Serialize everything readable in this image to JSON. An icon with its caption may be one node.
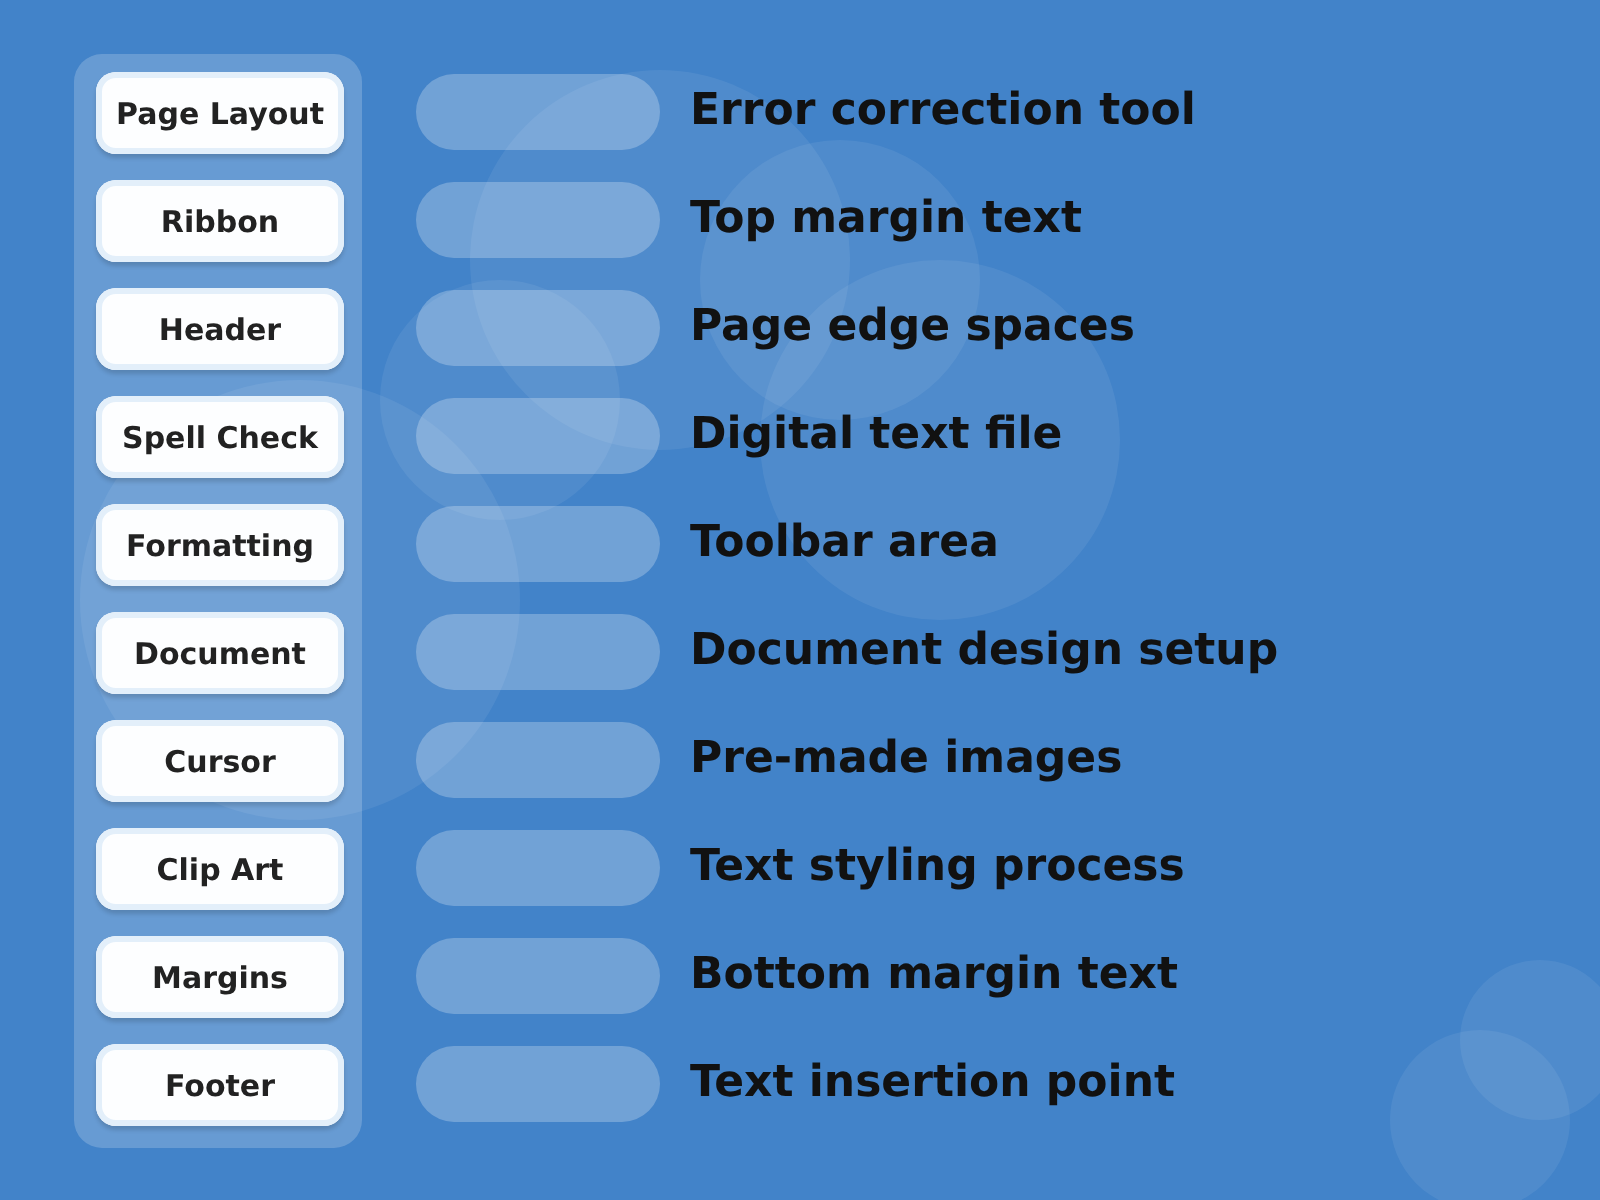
{
  "diagram": {
    "nodes": [
      {
        "text": [],
        "shape": "box"
      },
      {
        "text": [
          "Page Layout"
        ],
        "in": 0
      },
      {
        "text": [
          "Ribbon"
        ],
        "in": 0
      },
      {
        "text": [
          "Header"
        ],
        "in": 0
      },
      {
        "text": [
          "Spell Check"
        ],
        "in": 0
      },
      {
        "text": [
          "Formatting"
        ],
        "in": 0
      },
      {
        "text": [
          "Document"
        ],
        "in": 0
      },
      {
        "text": [
          "Cursor"
        ],
        "in": 0
      },
      {
        "text": [
          "Clip Art"
        ],
        "in": 0
      },
      {
        "text": [
          "Margins"
        ],
        "in": 0
      },
      {
        "text": [
          "Footer"
        ],
        "in": 0
      },
      {
        "text": [],
        "shape": "box"
      },
      {
        "text": [],
        "shape": "box"
      },
      {
        "text": [],
        "shape": "box"
      },
      {
        "text": [],
        "shape": "box"
      },
      {
        "text": [],
        "shape": "box"
      },
      {
        "text": [],
        "shape": "box"
      },
      {
        "text": [],
        "shape": "box"
      },
      {
        "text": [],
        "shape": "box"
      },
      {
        "text": [],
        "shape": "box"
      },
      {
        "text": [],
        "shape": "box"
      }
    ],
    "labels": [
      "Error correction tool",
      "Top margin text",
      "Page edge spaces",
      "Digital text file",
      "Toolbar area",
      "Document design setup",
      "Pre-made images",
      "Text styling process",
      "Bottom margin text",
      "Text insertion point"
    ]
  }
}
